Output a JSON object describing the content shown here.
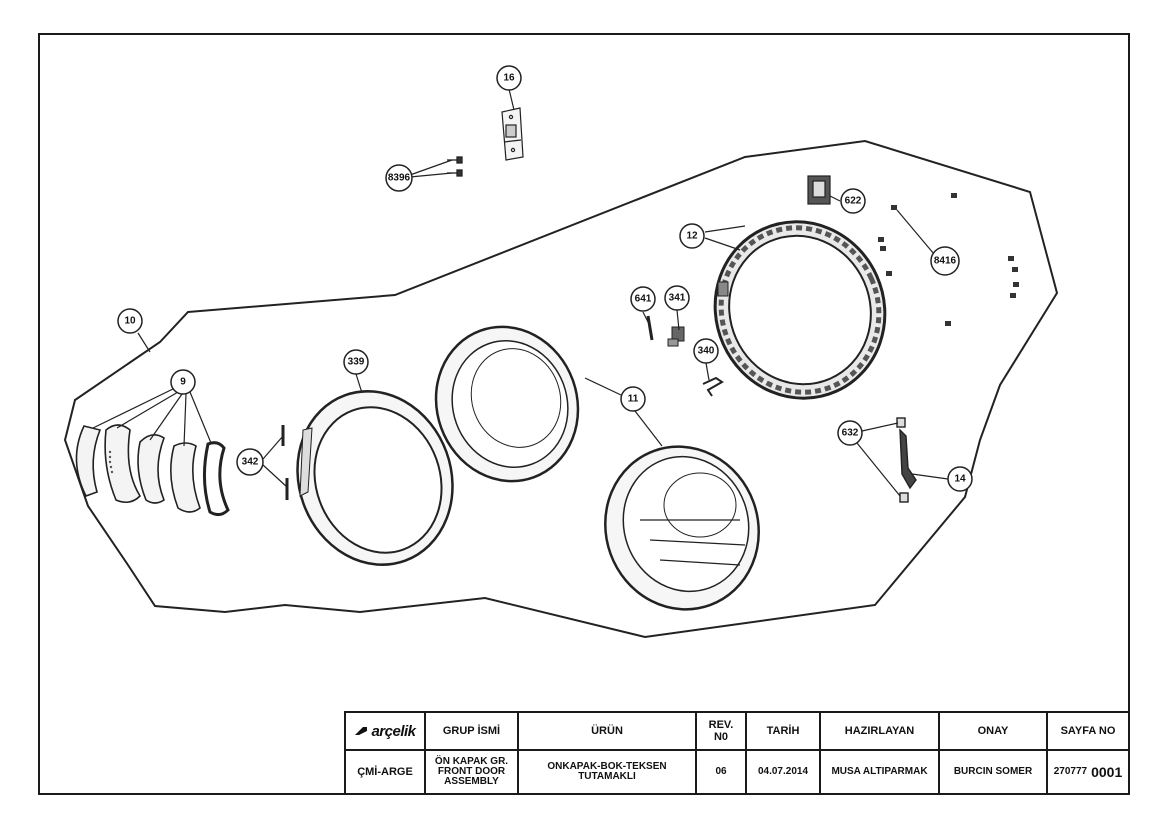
{
  "callouts": [
    {
      "id": "c16",
      "label": "16"
    },
    {
      "id": "c8396",
      "label": "8396"
    },
    {
      "id": "c622",
      "label": "622"
    },
    {
      "id": "c12",
      "label": "12"
    },
    {
      "id": "c8416",
      "label": "8416"
    },
    {
      "id": "c641",
      "label": "641"
    },
    {
      "id": "c341",
      "label": "341"
    },
    {
      "id": "c340",
      "label": "340"
    },
    {
      "id": "c10",
      "label": "10"
    },
    {
      "id": "c339",
      "label": "339"
    },
    {
      "id": "c9",
      "label": "9"
    },
    {
      "id": "c11",
      "label": "11"
    },
    {
      "id": "c632",
      "label": "632"
    },
    {
      "id": "c14",
      "label": "14"
    },
    {
      "id": "c342",
      "label": "342"
    }
  ],
  "title_block": {
    "brand": "arçelik",
    "brand_code": "ÇMİ-ARGE",
    "headers": {
      "group": "GRUP İSMİ",
      "product": "ÜRÜN",
      "rev_line1": "REV.",
      "rev_line2": "N0",
      "date": "TARİH",
      "prepared": "HAZIRLAYAN",
      "approval": "ONAY",
      "page": "SAYFA NO"
    },
    "values": {
      "group_line1": "ÖN KAPAK GR.",
      "group_line2": "FRONT DOOR",
      "group_line3": "ASSEMBLY",
      "product_line1": "ONKAPAK-BOK-TEKSEN",
      "product_line2": "TUTAMAKLI",
      "rev": "06",
      "date": "04.07.2014",
      "prepared": "MUSA ALTIPARMAK",
      "approval": "BURCIN SOMER",
      "page_prefix": "270777",
      "page_number": "0001"
    }
  }
}
